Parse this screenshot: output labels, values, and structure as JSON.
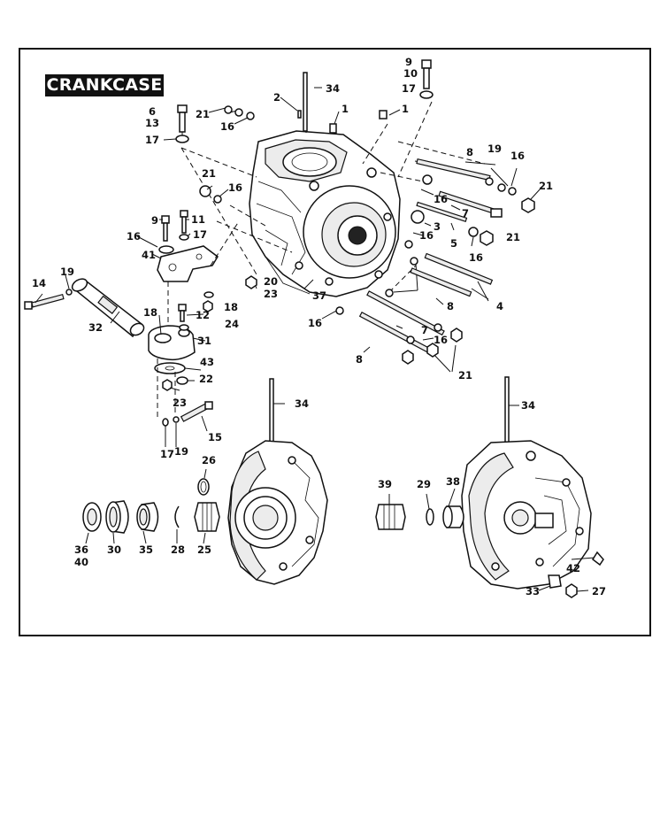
{
  "title": "CRANKCASE",
  "callouts": [
    {
      "id": "c34a",
      "text": "34"
    },
    {
      "id": "c2",
      "text": "2"
    },
    {
      "id": "c1a",
      "text": "1"
    },
    {
      "id": "c1b",
      "text": "1"
    },
    {
      "id": "c9a",
      "text": "9"
    },
    {
      "id": "c10",
      "text": "10"
    },
    {
      "id": "c17a",
      "text": "17"
    },
    {
      "id": "c6",
      "text": "6"
    },
    {
      "id": "c13",
      "text": "13"
    },
    {
      "id": "c17b",
      "text": "17"
    },
    {
      "id": "c21a",
      "text": "21"
    },
    {
      "id": "c16a",
      "text": "16"
    },
    {
      "id": "c8a",
      "text": "8"
    },
    {
      "id": "c19a",
      "text": "19"
    },
    {
      "id": "c16b",
      "text": "16"
    },
    {
      "id": "c21b",
      "text": "21"
    },
    {
      "id": "c21c",
      "text": "21"
    },
    {
      "id": "c16c",
      "text": "16"
    },
    {
      "id": "c16d",
      "text": "16"
    },
    {
      "id": "c7a",
      "text": "7"
    },
    {
      "id": "c9b",
      "text": "9"
    },
    {
      "id": "c11",
      "text": "11"
    },
    {
      "id": "c17c",
      "text": "17"
    },
    {
      "id": "c16e",
      "text": "16"
    },
    {
      "id": "c3",
      "text": "3"
    },
    {
      "id": "c5",
      "text": "5"
    },
    {
      "id": "c21d",
      "text": "21"
    },
    {
      "id": "c16f",
      "text": "16"
    },
    {
      "id": "c16g",
      "text": "16"
    },
    {
      "id": "c41",
      "text": "41"
    },
    {
      "id": "c14",
      "text": "14"
    },
    {
      "id": "c19b",
      "text": "19"
    },
    {
      "id": "c20",
      "text": "20"
    },
    {
      "id": "c23a",
      "text": "23"
    },
    {
      "id": "c37",
      "text": "37"
    },
    {
      "id": "c18a",
      "text": "18"
    },
    {
      "id": "c12",
      "text": "12"
    },
    {
      "id": "c18b",
      "text": "18"
    },
    {
      "id": "c24",
      "text": "24"
    },
    {
      "id": "c4",
      "text": "4"
    },
    {
      "id": "c8b",
      "text": "8"
    },
    {
      "id": "c16h",
      "text": "16"
    },
    {
      "id": "c32",
      "text": "32"
    },
    {
      "id": "c31",
      "text": "31"
    },
    {
      "id": "c7b",
      "text": "7"
    },
    {
      "id": "c16i",
      "text": "16"
    },
    {
      "id": "c43",
      "text": "43"
    },
    {
      "id": "c22",
      "text": "22"
    },
    {
      "id": "c8c",
      "text": "8"
    },
    {
      "id": "c21e",
      "text": "21"
    },
    {
      "id": "c23b",
      "text": "23"
    },
    {
      "id": "c34b",
      "text": "34"
    },
    {
      "id": "c34c",
      "text": "34"
    },
    {
      "id": "c15",
      "text": "15"
    },
    {
      "id": "c17d",
      "text": "17"
    },
    {
      "id": "c19c",
      "text": "19"
    },
    {
      "id": "c26",
      "text": "26"
    },
    {
      "id": "c39",
      "text": "39"
    },
    {
      "id": "c29",
      "text": "29"
    },
    {
      "id": "c38",
      "text": "38"
    },
    {
      "id": "c36",
      "text": "36"
    },
    {
      "id": "c40",
      "text": "40"
    },
    {
      "id": "c30",
      "text": "30"
    },
    {
      "id": "c35",
      "text": "35"
    },
    {
      "id": "c28",
      "text": "28"
    },
    {
      "id": "c25",
      "text": "25"
    },
    {
      "id": "c42",
      "text": "42"
    },
    {
      "id": "c33",
      "text": "33"
    },
    {
      "id": "c27",
      "text": "27"
    }
  ]
}
